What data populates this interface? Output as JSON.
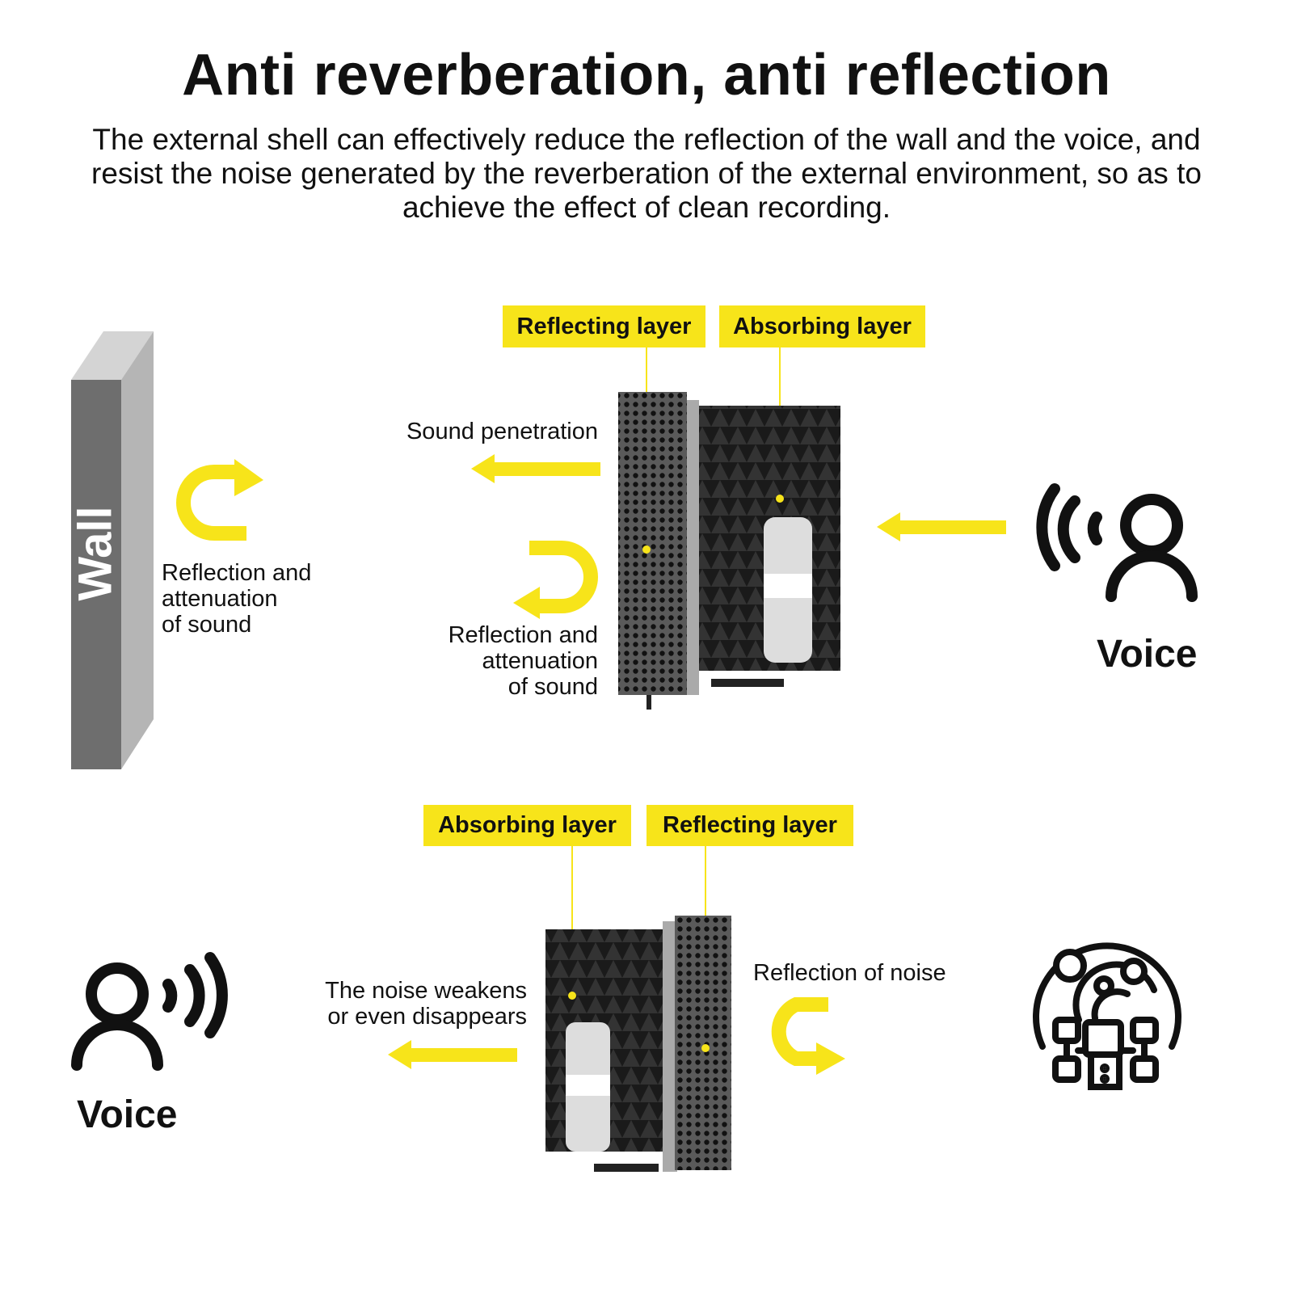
{
  "title": "Anti reverberation, anti reflection",
  "description": "The external shell can effectively reduce the reflection of the wall and the voice, and resist the noise generated by the reverberation of the external environment, so as to achieve the effect of clean recording.",
  "colors": {
    "accent": "#f7e41a",
    "wall_front": "#6e6e6e",
    "wall_side": "#b5b5b5",
    "text": "#111111"
  },
  "top": {
    "wall_label": "Wall",
    "wall_reflection_text": [
      "Reflection and",
      "attenuation",
      "of sound"
    ],
    "reflecting_layer": "Reflecting layer",
    "absorbing_layer": "Absorbing layer",
    "sound_penetration": "Sound penetration",
    "panel_reflection_text": [
      "Reflection and",
      "attenuation",
      "of sound"
    ],
    "voice_label": "Voice",
    "icons": [
      "curved-arrow-icon",
      "u-turn-arrow-icon",
      "left-arrow-icon",
      "voice-speaker-icon"
    ]
  },
  "bottom": {
    "absorbing_layer": "Absorbing layer",
    "reflecting_layer": "Reflecting layer",
    "noise_text": [
      "The noise weakens",
      "or even disappears"
    ],
    "reflection_noise": "Reflection of noise",
    "voice_label": "Voice",
    "icons": [
      "voice-speaker-icon",
      "left-arrow-icon",
      "curved-arrow-icon",
      "noise-network-icon"
    ]
  }
}
